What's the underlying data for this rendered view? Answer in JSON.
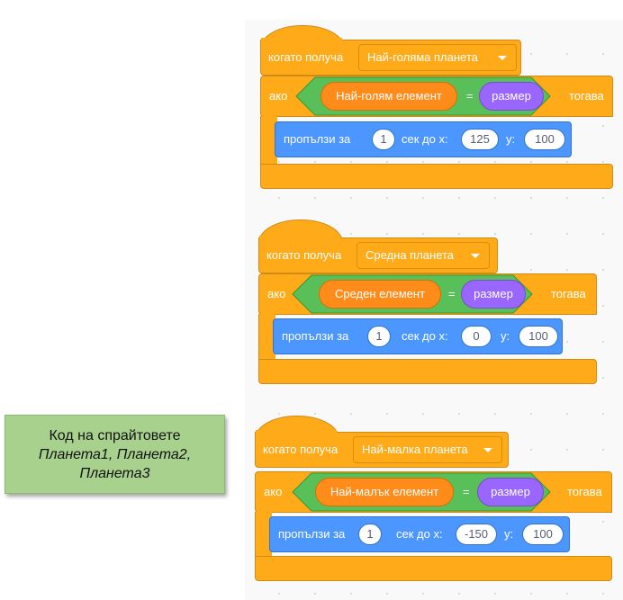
{
  "note": {
    "line1": "Код на спрайтовете",
    "line2": "Планета1, Планета2,",
    "line3": "Планета3"
  },
  "scripts": [
    {
      "hat_label": "когато получа",
      "message": "Най-голяма планета",
      "if_label": "ако",
      "then_label": "тогава",
      "left_reporter": "Най-голям елемент",
      "operator": "=",
      "right_reporter": "размер",
      "glide_label": "пропълзи за",
      "secs": "1",
      "secs_label": "сек до x:",
      "x": "125",
      "y_label": "y:",
      "y": "100"
    },
    {
      "hat_label": "когато получа",
      "message": "Средна планета",
      "if_label": "ако",
      "then_label": "тогава",
      "left_reporter": "Среден елемент",
      "operator": "=",
      "right_reporter": "размер",
      "glide_label": "пропълзи за",
      "secs": "1",
      "secs_label": "сек до x:",
      "x": "0",
      "y_label": "y:",
      "y": "100"
    },
    {
      "hat_label": "когато получа",
      "message": "Най-малка планета",
      "if_label": "ако",
      "then_label": "тогава",
      "left_reporter": "Най-малък елемент",
      "operator": "=",
      "right_reporter": "размер",
      "glide_label": "пропълзи за",
      "secs": "1",
      "secs_label": "сек до x:",
      "x": "-150",
      "y_label": "y:",
      "y": "100"
    }
  ],
  "colors": {
    "events": "#ffab19",
    "control": "#ffab19",
    "operators": "#59c059",
    "variables": "#ff8c1a",
    "looks": "#9966ff",
    "motion": "#4c97ff"
  },
  "icons": {
    "dropdown": "caret-down-icon"
  }
}
